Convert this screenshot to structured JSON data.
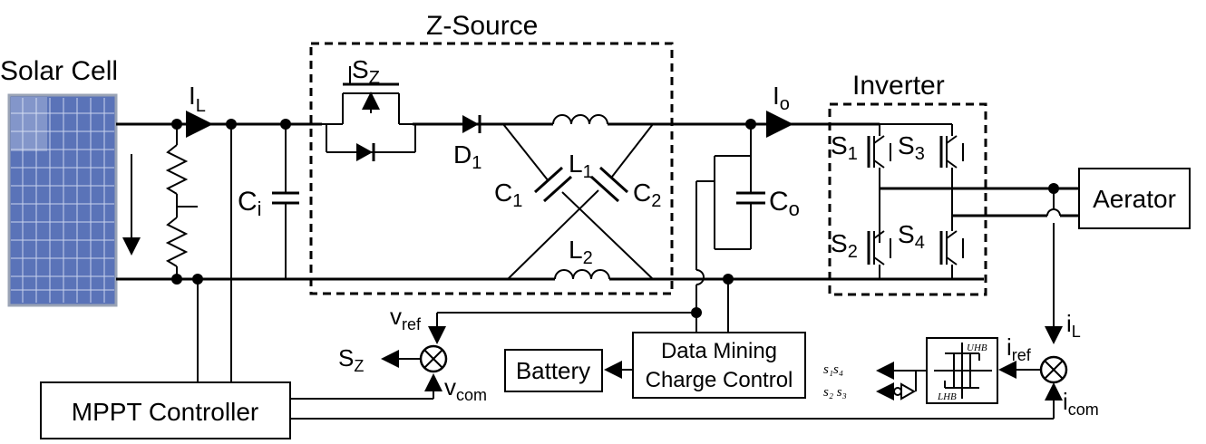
{
  "labels": {
    "solar_cell": "Solar Cell",
    "z_source": "Z-Source",
    "inverter": "Inverter",
    "aerator": "Aerator",
    "battery": "Battery",
    "data_mining_line1": "Data Mining",
    "data_mining_line2": "Charge Control",
    "mppt": "MPPT Controller",
    "ci": "C",
    "ci_sub": "i",
    "il_top": "I",
    "il_top_sub": "L",
    "sz": "S",
    "sz_sub": "Z",
    "d1": "D",
    "d1_sub": "1",
    "l1": "L",
    "l1_sub": "1",
    "l2": "L",
    "l2_sub": "2",
    "c1": "C",
    "c1_sub": "1",
    "c2": "C",
    "c2_sub": "2",
    "co": "C",
    "co_sub": "o",
    "io": "I",
    "io_sub": "o",
    "s1": "S",
    "s1_sub": "1",
    "s2": "S",
    "s2_sub": "2",
    "s3": "S",
    "s3_sub": "3",
    "s4": "S",
    "s4_sub": "4",
    "vref": "v",
    "vref_sub": "ref",
    "vcom": "v",
    "vcom_sub": "com",
    "sz_out": "S",
    "sz_out_sub": "Z",
    "iref": "i",
    "iref_sub": "ref",
    "il_right": "i",
    "il_right_sub": "L",
    "icom": "i",
    "icom_sub": "com",
    "uhb": "UHB",
    "lhb": "LHB",
    "s1s4": "s₁s₄",
    "s2s3": "s₂ s₃"
  }
}
